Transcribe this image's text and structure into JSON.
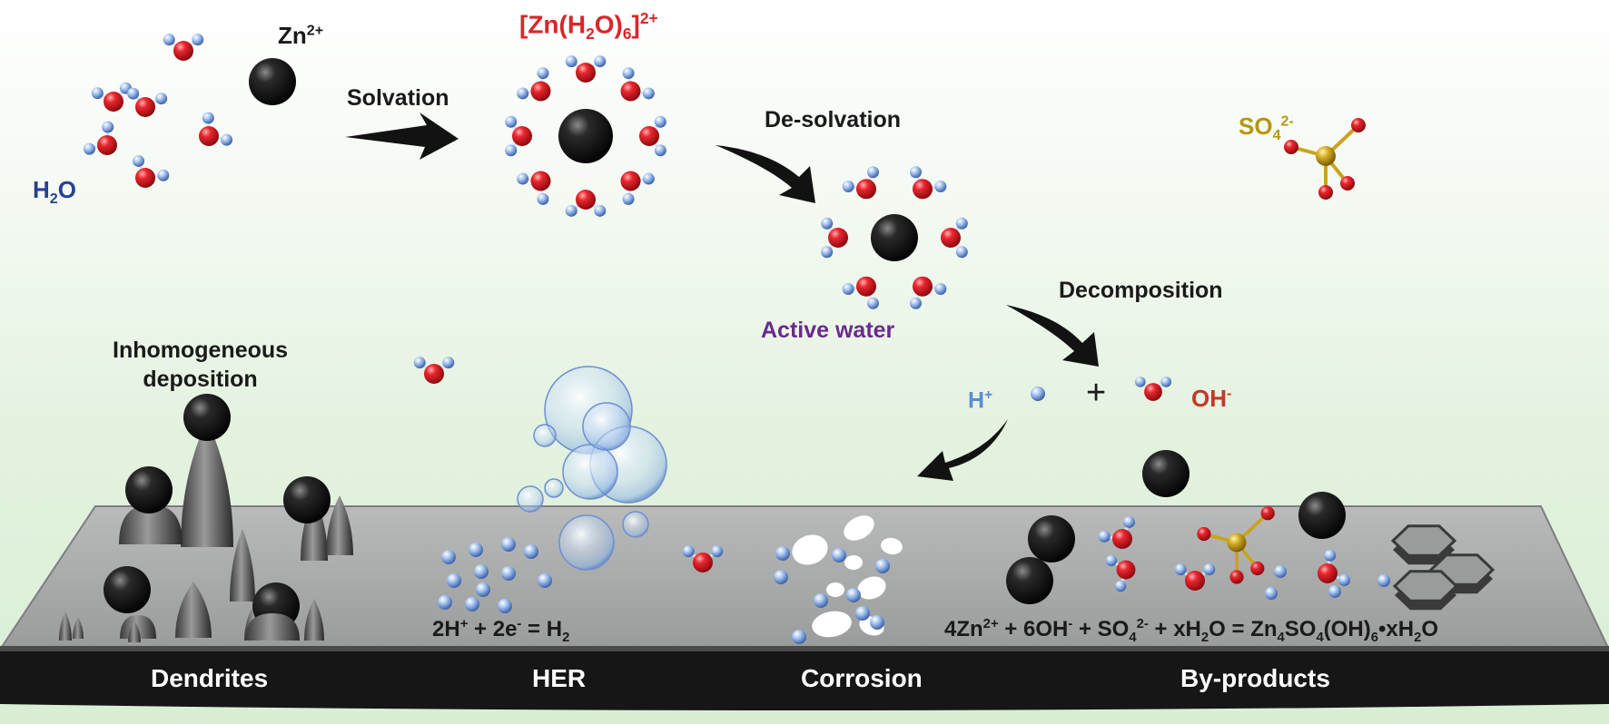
{
  "labels": {
    "zn": "Zn",
    "zn_charge": "2+",
    "h2o_h": "H",
    "h2o_sub": "2",
    "h2o_o": "O",
    "solvation": "Solvation",
    "complex_pre": "[Zn(H",
    "complex_sub2": "2",
    "complex_mid": "O)",
    "complex_sub6": "6",
    "complex_end": "]",
    "complex_charge": "2+",
    "desolvation": "De-solvation",
    "so4_base": "SO",
    "so4_sub": "4",
    "so4_charge": "2-",
    "decomposition": "Decomposition",
    "active_water": "Active water",
    "inhomogeneous_line1": "Inhomogeneous",
    "inhomogeneous_line2": "deposition",
    "h_plus": "H",
    "h_plus_charge": "+",
    "plus_sign": "+",
    "oh": "OH",
    "oh_charge": "-"
  },
  "equations": {
    "her": {
      "p1": "2H",
      "p1_sup": "+",
      "p2": " + 2e",
      "p2_sup": "-",
      "p3": " = H",
      "p3_sub": "2"
    },
    "byproduct": {
      "p1": "4Zn",
      "p1_sup": "2+",
      "p2": " + 6OH",
      "p2_sup": "-",
      "p3": " + SO",
      "p3_sub": "4",
      "p3_sup": "2-",
      "p4": " + xH",
      "p4_sub": "2",
      "p5": "O = Zn",
      "p5_sub": "4",
      "p6": "SO",
      "p6_sub": "4",
      "p7": "(OH)",
      "p7_sub": "6",
      "p8": "•xH",
      "p8_sub": "2",
      "p9": "O"
    }
  },
  "band": {
    "dendrites": "Dendrites",
    "her": "HER",
    "corrosion": "Corrosion",
    "byproducts": "By-products"
  },
  "colors": {
    "oxygen": "#e01e2a",
    "hydrogen": "#8fb3e8",
    "zinc": "#151515",
    "sulfur": "#c9a320",
    "slab_top": "#a9abab",
    "band": "#1a1a1a"
  }
}
